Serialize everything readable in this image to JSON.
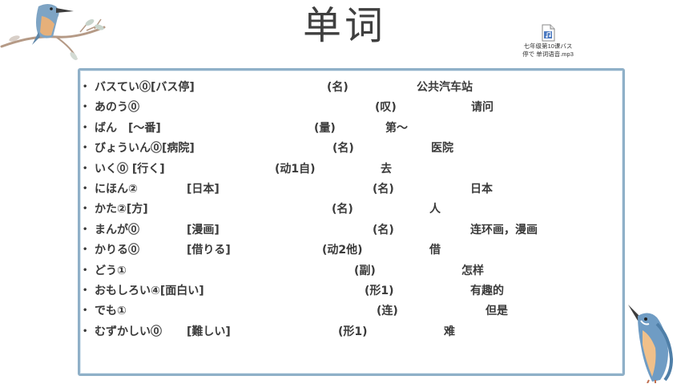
{
  "slide": {
    "title": "单词"
  },
  "audio": {
    "icon": "audio-file-icon",
    "filename": "七年级第10课バス\n停で 单词语音.mp3"
  },
  "colors": {
    "frame": "#8fb0c8",
    "text": "#3a3a3a",
    "title": "#3f3f3f"
  },
  "vocab": [
    {
      "word": "バスてい⓪[バス停]",
      "pos": "(名)",
      "meaning": "公共汽车站"
    },
    {
      "word": "あのう⓪",
      "pos": "(叹)",
      "meaning": "请问"
    },
    {
      "word": "ばん　[～番]",
      "pos": "(量)",
      "meaning": "第～"
    },
    {
      "word": "びょういん⓪[病院]",
      "pos": "(名)",
      "meaning": "医院"
    },
    {
      "word": "いく⓪ [行く]",
      "pos": "(动1自)",
      "meaning": "去"
    },
    {
      "word": "にほん②",
      "reading": "[日本]",
      "pos": "(名)",
      "meaning": "日本"
    },
    {
      "word": "かた②[方]",
      "pos": "(名)",
      "meaning": "人"
    },
    {
      "word": "まんが⓪",
      "reading": "[漫画]",
      "pos": "(名)",
      "meaning": "连环画，漫画"
    },
    {
      "word": "かりる⓪",
      "reading": "[借りる]",
      "pos": "(动2他)",
      "meaning": "借"
    },
    {
      "word": "どう①",
      "pos": "(副)",
      "meaning": "怎样"
    },
    {
      "word": "おもしろい④[面白い]",
      "pos": "(形1)",
      "meaning": "有趣的"
    },
    {
      "word": "でも①",
      "pos": "(连)",
      "meaning": "但是"
    },
    {
      "word": "むずかしい⓪",
      "reading": "[難しい]",
      "pos": "(形1)",
      "meaning": "难"
    }
  ]
}
